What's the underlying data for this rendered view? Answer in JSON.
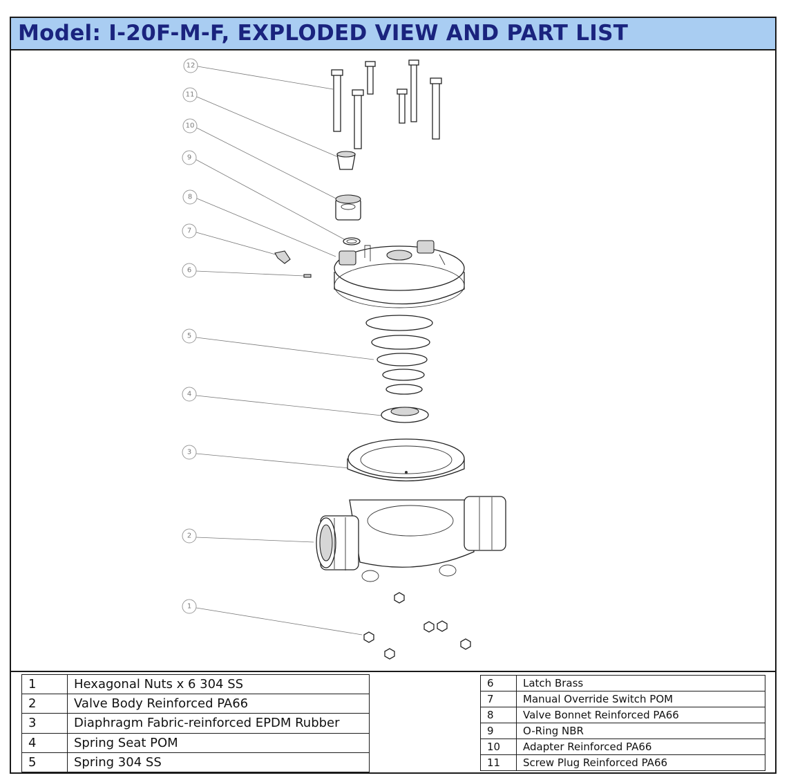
{
  "title": "Model: I-20F-M-F, EXPLODED VIEW AND PART LIST",
  "callouts": [
    {
      "num": "12",
      "part": "bolts"
    },
    {
      "num": "11",
      "part": "screw-plug"
    },
    {
      "num": "10",
      "part": "adapter"
    },
    {
      "num": "9",
      "part": "o-ring"
    },
    {
      "num": "8",
      "part": "valve-bonnet"
    },
    {
      "num": "7",
      "part": "manual-override-switch"
    },
    {
      "num": "6",
      "part": "latch"
    },
    {
      "num": "5",
      "part": "spring"
    },
    {
      "num": "4",
      "part": "spring-seat"
    },
    {
      "num": "3",
      "part": "diaphragm"
    },
    {
      "num": "2",
      "part": "valve-body"
    },
    {
      "num": "1",
      "part": "hexagonal-nuts"
    }
  ],
  "part_list_left": [
    {
      "no": "1",
      "desc": "Hexagonal Nuts x 6 304 SS"
    },
    {
      "no": "2",
      "desc": "Valve Body Reinforced PA66"
    },
    {
      "no": "3",
      "desc": "Diaphragm Fabric-reinforced EPDM Rubber"
    },
    {
      "no": "4",
      "desc": "Spring Seat POM"
    },
    {
      "no": "5",
      "desc": "Spring 304 SS"
    }
  ],
  "part_list_right": [
    {
      "no": "6",
      "desc": "Latch Brass"
    },
    {
      "no": "7",
      "desc": "Manual Override Switch POM"
    },
    {
      "no": "8",
      "desc": "Valve Bonnet Reinforced PA66"
    },
    {
      "no": "9",
      "desc": "O-Ring NBR"
    },
    {
      "no": "10",
      "desc": "Adapter Reinforced PA66"
    },
    {
      "no": "11",
      "desc": "Screw Plug Reinforced PA66"
    }
  ],
  "colors": {
    "title_bg": "#a9cdf2",
    "title_text": "#1a237e",
    "border": "#1a1a1a"
  }
}
